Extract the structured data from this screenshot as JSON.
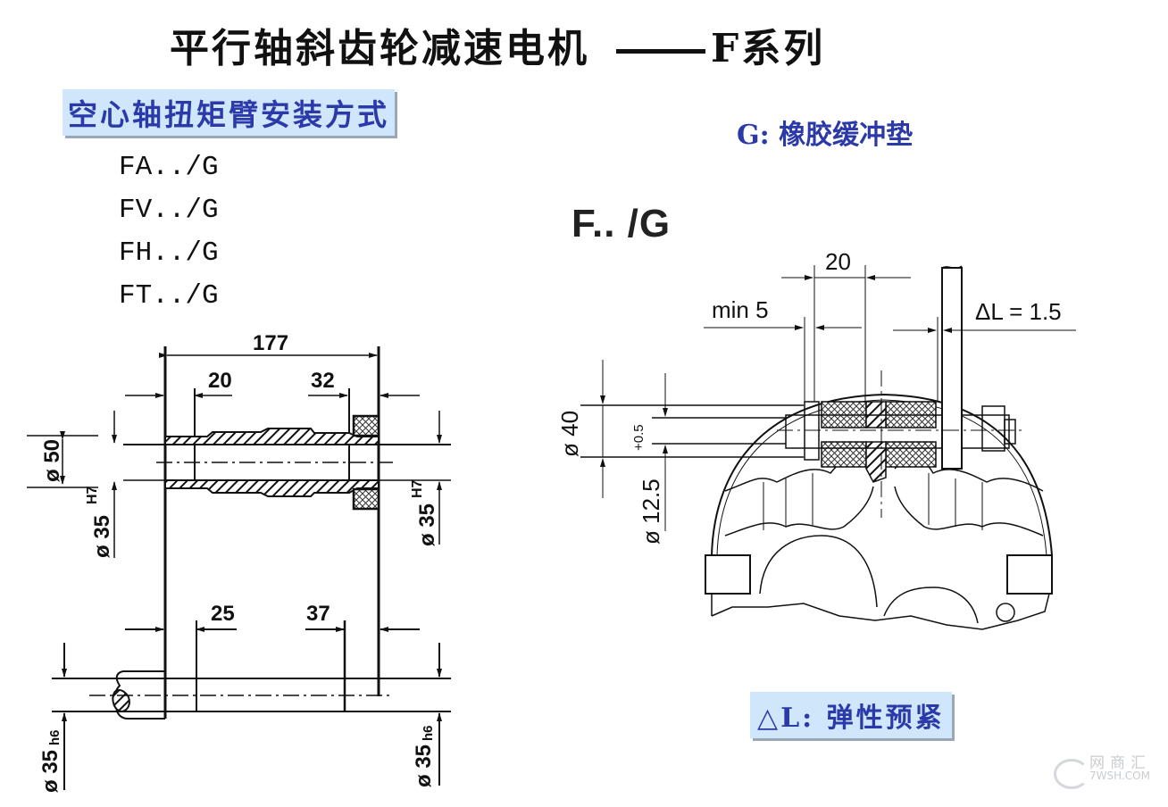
{
  "title": {
    "main": "平行轴斜齿轮减速电机",
    "series": "F系列"
  },
  "mounting": {
    "heading": "空心轴扭矩臂安装方式",
    "models": [
      "FA../G",
      "FV../G",
      "FH../G",
      "FT../G"
    ]
  },
  "right_panel": {
    "g_note": "G: 橡胶缓冲垫",
    "detail_label": "F.. /G",
    "delta_note": "△L:  弹性预紧"
  },
  "left_drawing": {
    "dims": {
      "overall": "177",
      "left_offset": "20",
      "right_offset": "32",
      "outer_dia": "ø 50",
      "bore_left": "ø 35",
      "bore_left_tol": "H7",
      "bore_right": "ø 35",
      "bore_right_tol": "H7",
      "shaft_left_offset": "25",
      "shaft_right_offset": "37",
      "shaft_left_dia": "ø 35",
      "shaft_left_tol": "h6",
      "shaft_right_dia": "ø 35",
      "shaft_right_tol": "h6"
    }
  },
  "right_drawing": {
    "dims": {
      "pad_width": "20",
      "min_gap": "min 5",
      "preload": "ΔL = 1.5",
      "pad_dia": "ø 40",
      "bolt_dia": "ø 12.5",
      "bolt_tol": "+0.5"
    }
  },
  "watermark": {
    "cn": "网商汇",
    "en": "7WSH.COM"
  },
  "colors": {
    "label_bg": "#cfe6fb",
    "label_text": "#2b3aa8",
    "line": "#111111"
  }
}
